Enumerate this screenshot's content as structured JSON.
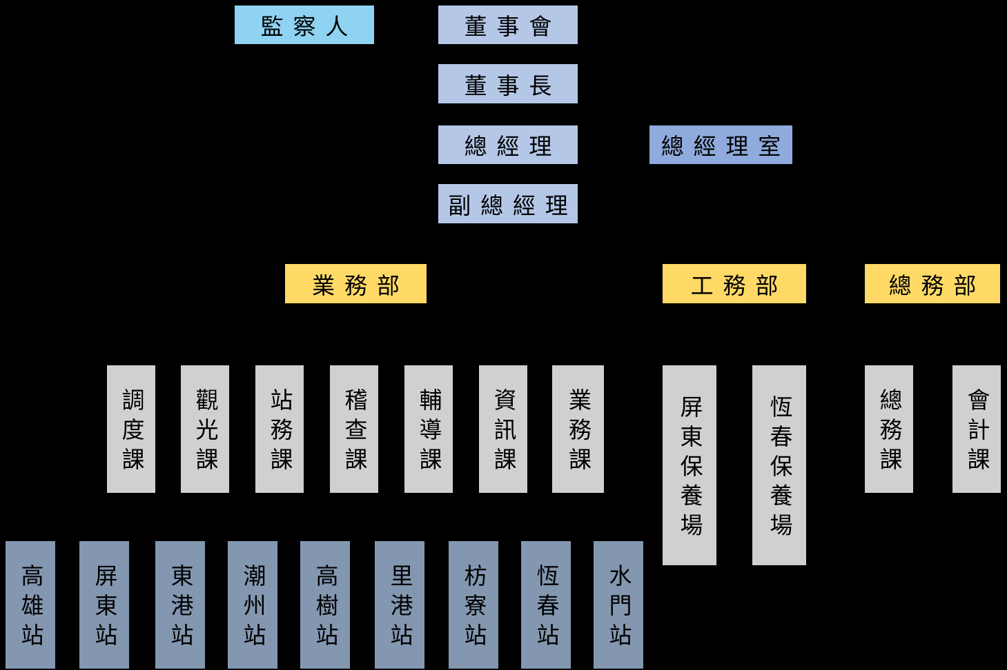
{
  "colors": {
    "background": "#000000",
    "text": "#000000",
    "supervisor": "#8ED3F1",
    "executive": "#B4C7E7",
    "office": "#8FAADC",
    "department": "#FFD966",
    "section": "#D0D0D0",
    "station": "#8497B0"
  },
  "nodes": {
    "supervisor": "監察人",
    "board": "董事會",
    "chairman": "董事長",
    "general_manager": "總經理",
    "gm_office": "總經理室",
    "deputy_gm": "副總經理",
    "dept_business": "業務部",
    "dept_engineering": "工務部",
    "dept_general_affairs": "總務部",
    "business_sections": [
      "調度課",
      "觀光課",
      "站務課",
      "稽查課",
      "輔導課",
      "資訊課",
      "業務課"
    ],
    "engineering_sections": [
      "屏東保養場",
      "恆春保養場"
    ],
    "general_affairs_sections": [
      "總務課",
      "會計課"
    ],
    "stations": [
      "高雄站",
      "屏東站",
      "東港站",
      "潮州站",
      "高樹站",
      "里港站",
      "枋寮站",
      "恆春站",
      "水門站"
    ]
  }
}
